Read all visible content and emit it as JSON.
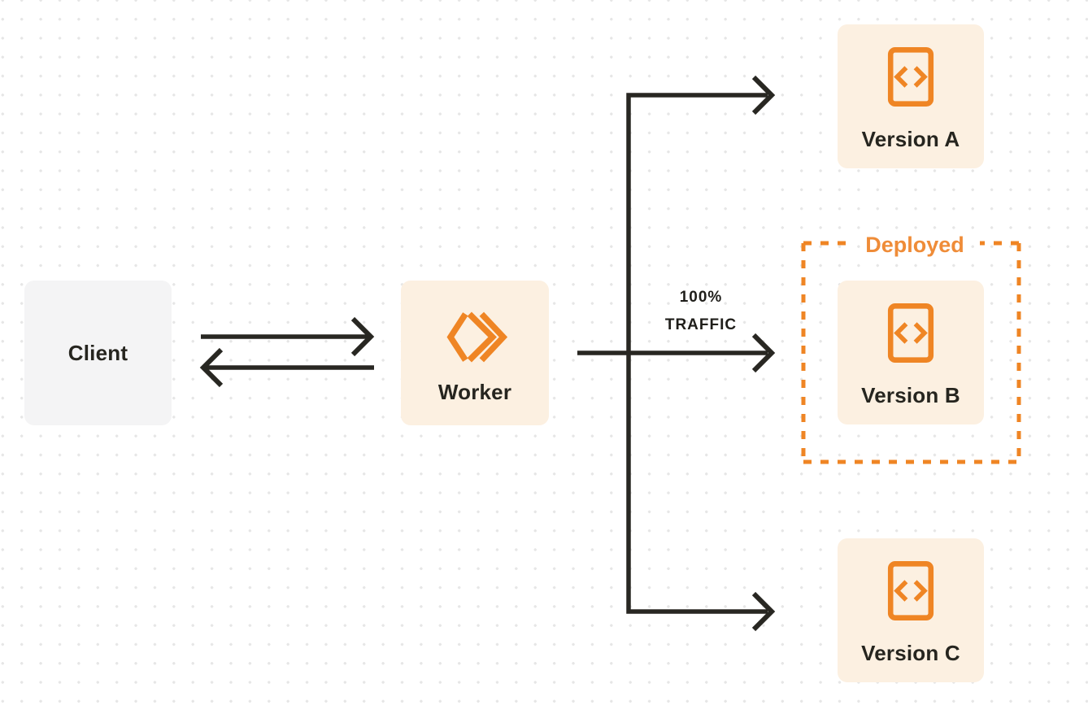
{
  "colors": {
    "accent_orange": "#EF8524",
    "deployed_text_orange": "#EF8C38",
    "node_fill_cream": "#FCF0E1",
    "client_fill_gray": "#F4F4F5",
    "line_dark": "#282722",
    "label_dark": "#26251F",
    "dot_grid_gray": "#E6E6E6"
  },
  "nodes": {
    "client": {
      "label": "Client"
    },
    "worker": {
      "label": "Worker",
      "icon": "workers-logo-icon"
    },
    "versions": [
      {
        "label": "Version A",
        "icon": "code-file-icon"
      },
      {
        "label": "Version B",
        "icon": "code-file-icon"
      },
      {
        "label": "Version C",
        "icon": "code-file-icon"
      }
    ]
  },
  "edges": {
    "worker_to_versions": {
      "label_line1": "100%",
      "label_line2": "TRAFFIC"
    }
  },
  "annotations": {
    "deployed_label": "Deployed"
  }
}
